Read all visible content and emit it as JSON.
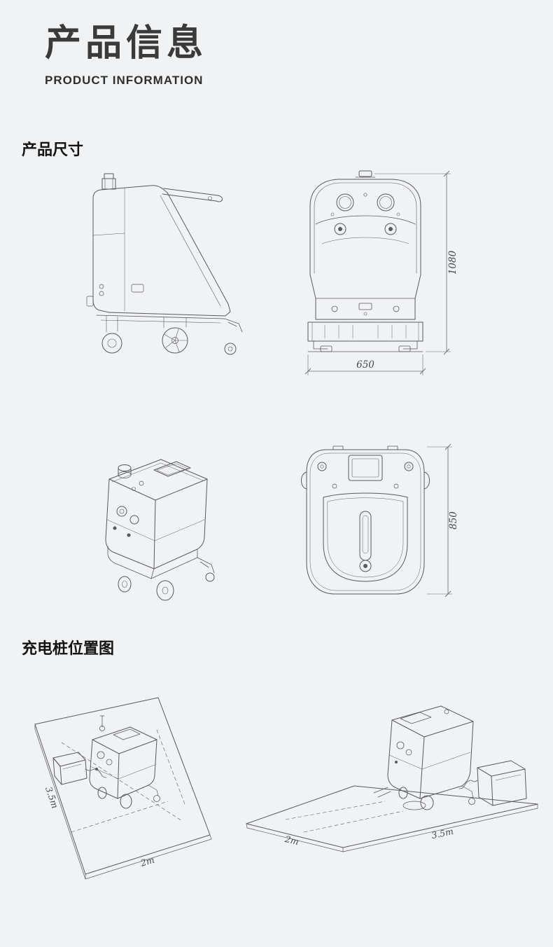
{
  "header": {
    "title_cn": "产品信息",
    "title_en": "PRODUCT INFORMATION"
  },
  "sections": {
    "dimensions": {
      "heading": "产品尺寸",
      "labels": {
        "height_mm": "1080",
        "width_mm": "650",
        "length_mm": "850"
      }
    },
    "charging": {
      "heading": "充电桩位置图",
      "left_scene": {
        "depth": "3.5m",
        "width": "2m"
      },
      "right_scene": {
        "depth": "2m",
        "width": "3.5m"
      }
    }
  },
  "colors": {
    "background": "#f1f2f3",
    "heading_text": "#3a3a3a",
    "line_art": "#595a5e"
  }
}
